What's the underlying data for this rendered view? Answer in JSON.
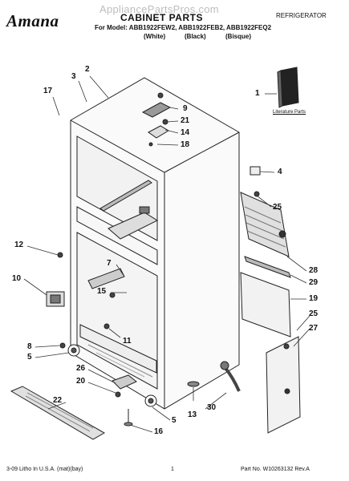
{
  "header": {
    "brand": "Amana",
    "watermark": "AppliancePartsPros.com",
    "title": "CABINET PARTS",
    "appliance_type": "REFRIGERATOR",
    "models_line": "For Model: ABB1922FEW2, ABB1922FEB2, ABB1922FEQ2",
    "colors": [
      "(White)",
      "(Black)",
      "(Bisque)"
    ]
  },
  "diagram": {
    "literature_label": "Literature Parts",
    "callouts": [
      "1",
      "2",
      "3",
      "17",
      "9",
      "21",
      "14",
      "18",
      "4",
      "25",
      "12",
      "28",
      "29",
      "10",
      "7",
      "15",
      "19",
      "25",
      "27",
      "11",
      "8",
      "5",
      "26",
      "20",
      "30",
      "13",
      "22",
      "5",
      "16"
    ]
  },
  "footer": {
    "left": "3-09 Litho In U.S.A. (mat)(bay)",
    "page": "1",
    "part_number": "Part No. W10263132 Rev.A"
  }
}
